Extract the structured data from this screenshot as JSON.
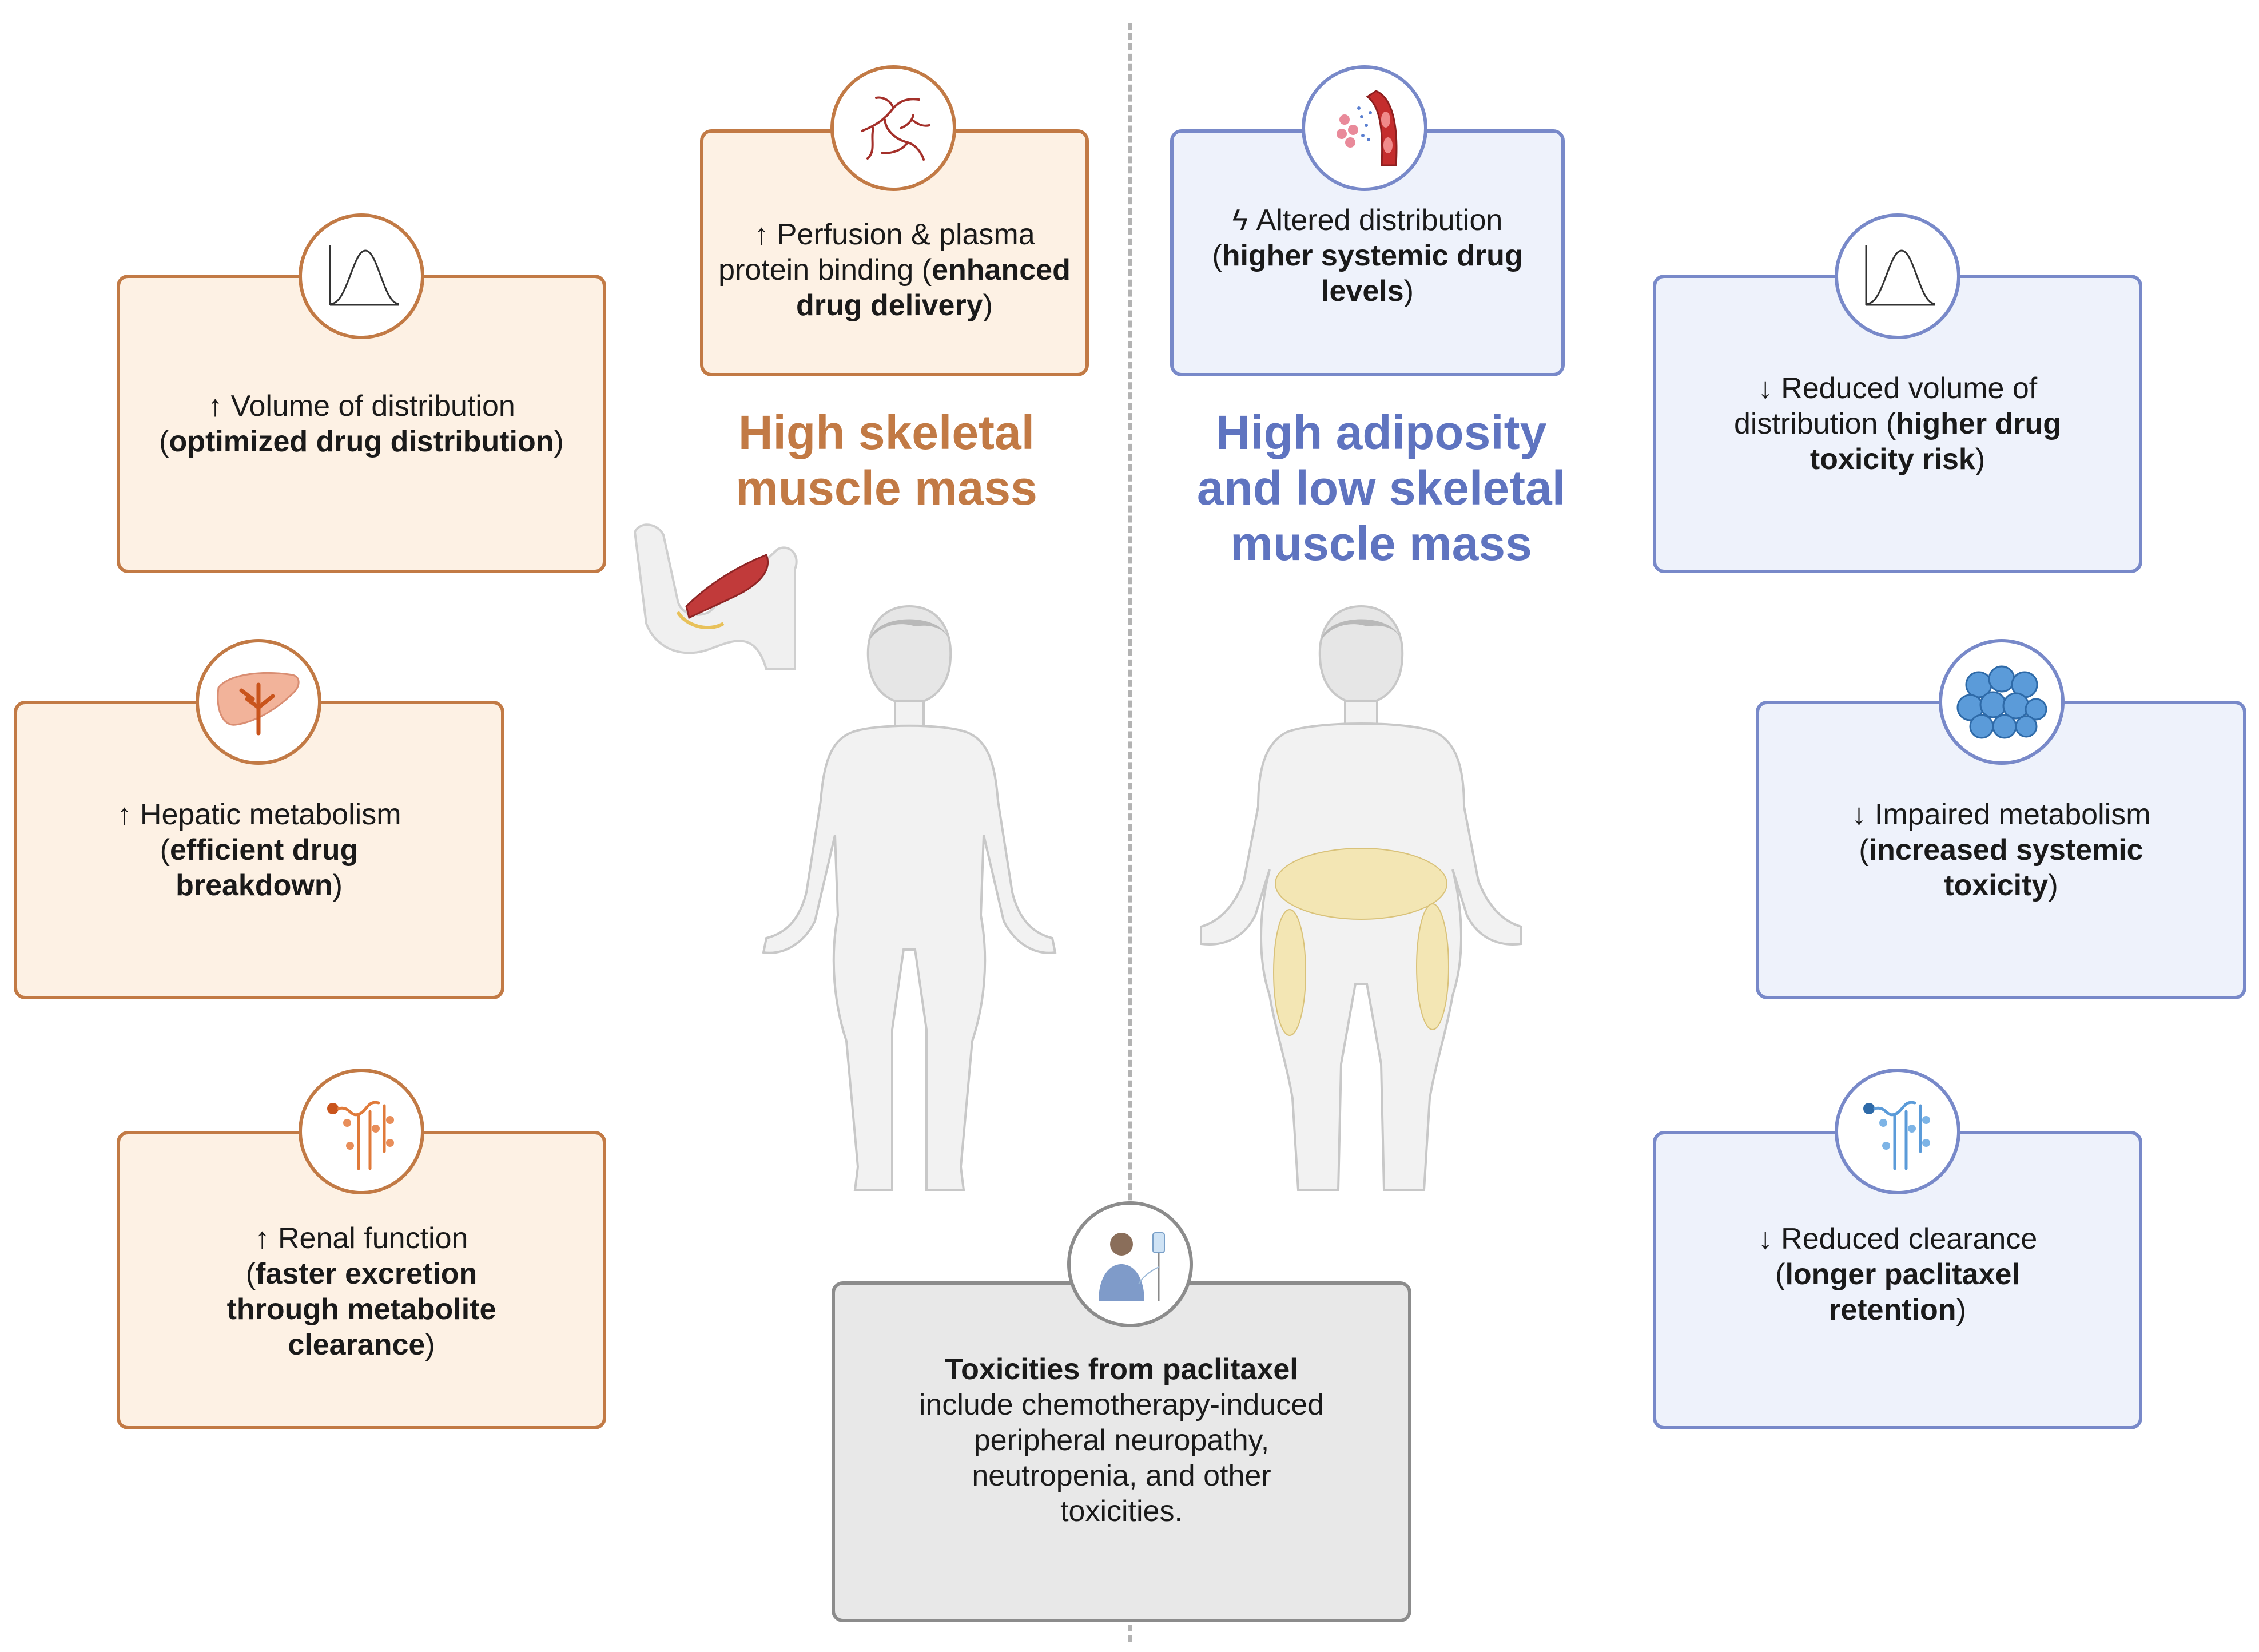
{
  "headings": {
    "left": [
      "High skeletal",
      "muscle mass"
    ],
    "right": [
      "High adiposity",
      "and low skeletal",
      "muscle mass"
    ]
  },
  "boxes": {
    "volume_left": {
      "arrow": "↑",
      "pre": " Volume of distribution",
      "open": "(",
      "bold": "optimized drug distribution",
      "close": ")"
    },
    "perfusion": {
      "arrow": "↑",
      "pre": " Perfusion & plasma protein binding ",
      "open": "(",
      "bold": "enhanced drug delivery",
      "close": ")"
    },
    "hepatic": {
      "arrow": "↑",
      "pre": " Hepatic metabolism ",
      "open": "(",
      "bold": "efficient drug breakdown",
      "close": ")"
    },
    "renal": {
      "arrow": "↑",
      "pre": " Renal function",
      "open": "(",
      "bold": "faster excretion through metabolite clearance",
      "close": ")"
    },
    "altered": {
      "arrow": "ϟ",
      "pre": " Altered distribution",
      "open": "(",
      "bold": "higher systemic drug levels",
      "close": ")"
    },
    "volume_right": {
      "arrow": "↓",
      "pre": " Reduced volume of distribution ",
      "open": "(",
      "bold": "higher drug toxicity risk",
      "close": ")"
    },
    "impaired": {
      "arrow": "↓",
      "pre": " Impaired metabolism",
      "open": "(",
      "bold": "increased systemic toxicity",
      "close": ")"
    },
    "clearance": {
      "arrow": "↓",
      "pre": " Reduced clearance",
      "open": "(",
      "bold": "longer paclitaxel retention",
      "close": ")"
    },
    "toxicity": {
      "bold": "Toxicities from paclitaxel",
      "rest": "include chemotherapy-induced peripheral neuropathy, neutropenia, and other toxicities."
    }
  },
  "icons": {
    "curve_left": "distribution-curve-icon",
    "vessels": "blood-vessels-icon",
    "liver": "liver-icon",
    "kidney_left": "kidney-nephron-icon",
    "bloodstream": "bloodstream-icon",
    "curve_right": "distribution-curve-icon",
    "fat_cells": "fat-cells-icon",
    "kidney_right": "kidney-nephron-icon",
    "patient": "patient-iv-icon"
  },
  "colors": {
    "orange_accent": "#c27a45",
    "orange_fill": "#fdf1e4",
    "blue_accent": "#7889c9",
    "blue_fill": "#eef2fb",
    "blue_heading": "#5f74c0",
    "gray_fill": "#e8e8e8"
  }
}
